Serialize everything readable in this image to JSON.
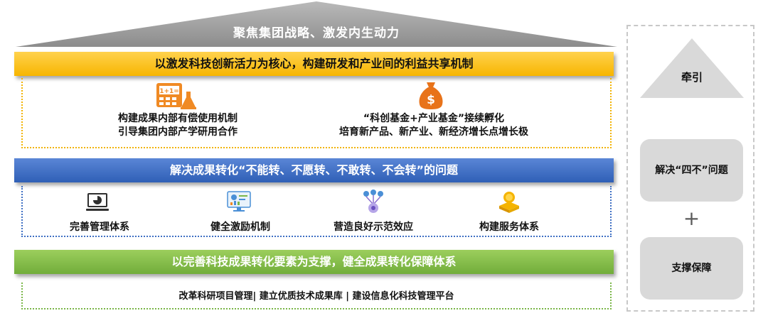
{
  "roof": {
    "title": "聚焦集团战略、激发内生动力"
  },
  "banners": {
    "yellow": "以激发科技创新活力为核心，构建研发和产业间的利益共享机制",
    "blue": "解决成果转化“不能转、不愿转、不敢转、不会转”的问题",
    "green": "以完善科技成果转化要素为支撑，健全成果转化保障体系"
  },
  "section1": {
    "left": {
      "icon": "calculator-flask-icon",
      "text_icon": "1+1=",
      "line1": "构建成果内部有偿使用机制",
      "line2": "引导集团内部产学研用合作"
    },
    "right": {
      "icon": "money-bag-icon",
      "line1": "“科创基金+产业基金”接续孵化",
      "line2": "培育新产品、新产业、新经济增长点增长极"
    }
  },
  "section2": {
    "items": [
      {
        "icon": "monitor-chart-icon",
        "label": "完善管理体系"
      },
      {
        "icon": "dashboard-screen-icon",
        "label": "健全激励机制"
      },
      {
        "icon": "network-nodes-icon",
        "label": "营造良好示范效应"
      },
      {
        "icon": "coin-stack-icon",
        "label": "构建服务体系"
      }
    ]
  },
  "section3": {
    "text": "改革科研项目管理| 建立优质技术成果库 | 建设信息化科技管理平台"
  },
  "right": {
    "top": "牵引",
    "middle": "解决“四不”问题",
    "plus": "+",
    "bottom": "支撑保障"
  }
}
